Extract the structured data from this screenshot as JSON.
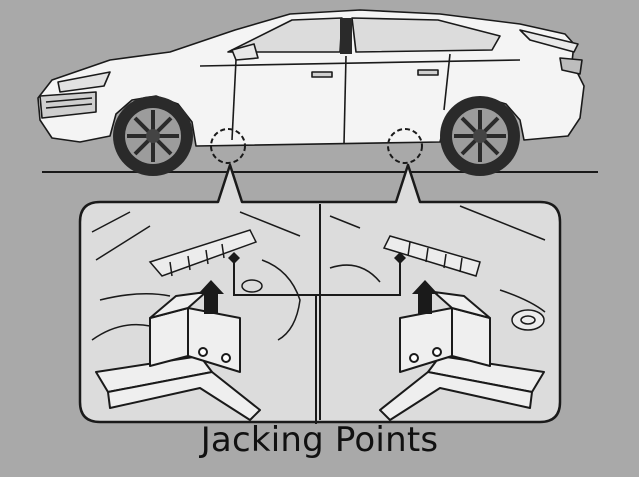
{
  "diagram": {
    "caption": "Jacking Points",
    "colors": {
      "background": "#a9a9a9",
      "line": "#1a1a1a",
      "car_body": "#f4f4f4",
      "detail_panel": "#dcdcdc",
      "jack": "#efefef"
    },
    "icons": [
      "car-side-view",
      "jack-stand",
      "up-arrow",
      "diamond-marker"
    ]
  }
}
